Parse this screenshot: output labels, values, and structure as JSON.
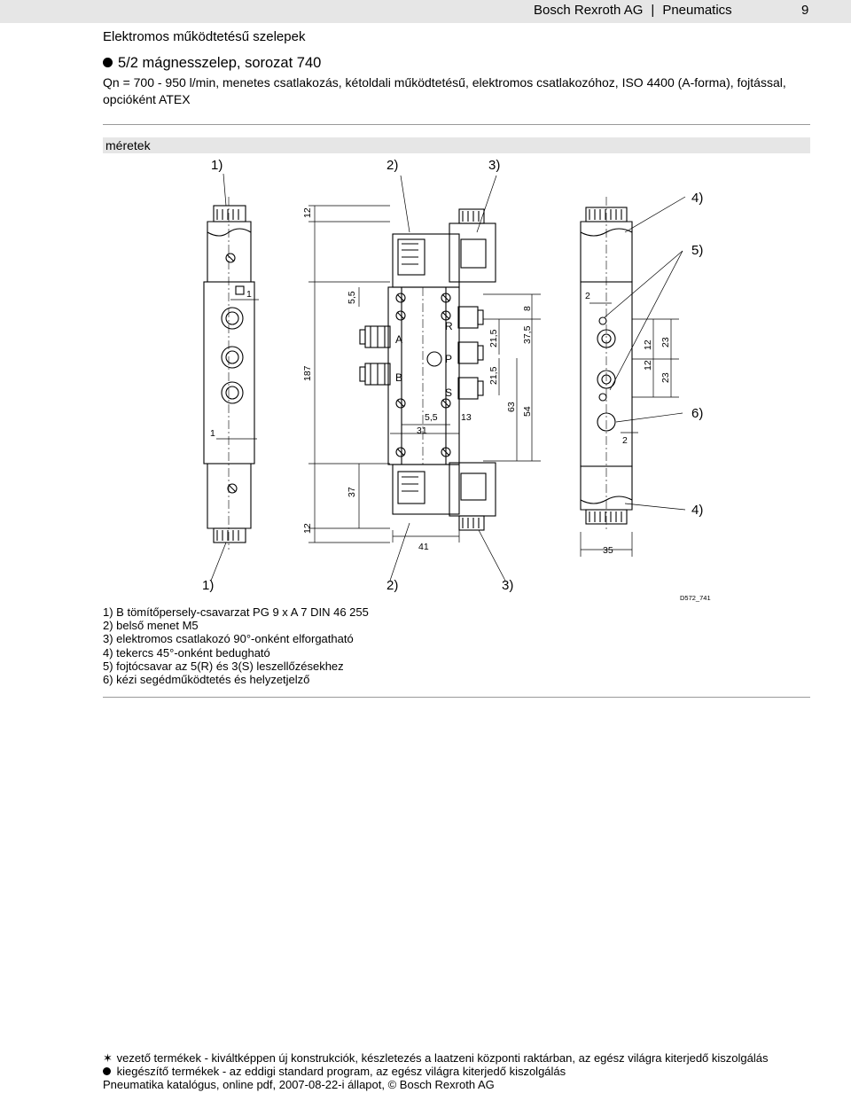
{
  "header": {
    "brand": "Bosch Rexroth AG",
    "category": "Pneumatics",
    "page_number": "9"
  },
  "section_title": "Elektromos működtetésű szelepek",
  "product": {
    "title": "5/2 mágnesszelep, sorozat 740",
    "description": "Qn = 700 - 950 l/min, menetes csatlakozás, kétoldali működtetésű, elektromos csatlakozóhoz, ISO 4400 (A-forma), fojtással, opcióként ATEX"
  },
  "dimensions_label": "méretek",
  "drawing": {
    "top_callouts": [
      "1)",
      "2)",
      "3)"
    ],
    "bottom_callouts": [
      "1)",
      "2)",
      "3)"
    ],
    "right_callouts": [
      "4)",
      "5)",
      "6)",
      "4)"
    ],
    "port_labels": [
      "A",
      "B",
      "R",
      "P",
      "S"
    ],
    "dims": [
      "12",
      "187",
      "12",
      "37",
      "5,5",
      "5,5",
      "31",
      "13",
      "41",
      "21,5",
      "21,5",
      "8",
      "37,5",
      "63",
      "54",
      "1",
      "1",
      "2",
      "2",
      "12",
      "12",
      "23",
      "23",
      "35"
    ],
    "drawing_id": "D572_741"
  },
  "notes": [
    "1) B tömítőpersely-csavarzat PG 9 x A 7 DIN 46 255",
    "2) belső menet M5",
    "3) elektromos csatlakozó 90°-onként elforgatható",
    "4) tekercs 45°-onként bedugható",
    "5) fojtócsavar az 5(R) és 3(S) leszellőzésekhez",
    "6) kézi segédműködtetés és helyzetjelző"
  ],
  "footer": {
    "line1_marker": "✶",
    "line1": "vezető termékek - kiváltképpen új konstrukciók, készletezés a laatzeni központi raktárban, az egész világra kiterjedő kiszolgálás",
    "line2": "kiegészítő termékek - az eddigi standard program, az egész világra kiterjedő kiszolgálás",
    "line3": "Pneumatika katalógus, online pdf, 2007-08-22-i állapot, © Bosch Rexroth AG"
  }
}
